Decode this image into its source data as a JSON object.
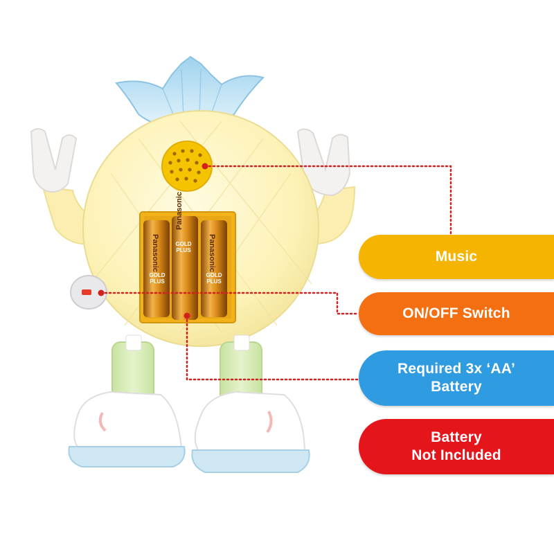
{
  "labels": {
    "music": "Music",
    "switch": "ON/OFF Switch",
    "battery_line1": "Required 3x ‘AA’",
    "battery_line2": "Battery",
    "not_included_line1": "Battery",
    "not_included_line2": "Not Included"
  },
  "battery_print": {
    "brand": "Panasonic",
    "line_a": "GOLD",
    "line_b": "PLUS"
  },
  "colors": {
    "music": "#f5b400",
    "switch": "#f36f12",
    "battery": "#2f9be0",
    "not_included": "#e5151c",
    "leader": "#d41f1f",
    "body": "#fdf2b6",
    "crown": "#bfe3f5",
    "legs": "#d8ecb6"
  }
}
